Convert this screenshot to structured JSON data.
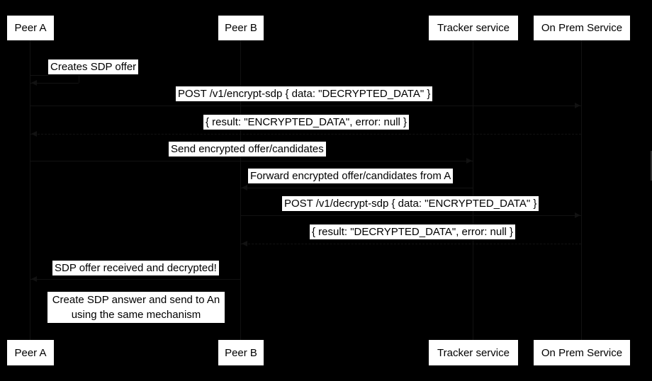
{
  "diagram": {
    "type": "sequence-diagram",
    "colors": {
      "background": "#000000",
      "box_background": "#ffffff",
      "box_text": "#000000",
      "line": "#121212"
    },
    "actors": [
      {
        "id": "peer-a",
        "label": "Peer A"
      },
      {
        "id": "peer-b",
        "label": "Peer B"
      },
      {
        "id": "tracker",
        "label": "Tracker service"
      },
      {
        "id": "onprem",
        "label": "On Prem Service"
      }
    ],
    "messages": [
      {
        "label": "Creates SDP offer",
        "from": "peer-a",
        "to": "peer-a",
        "style": "self"
      },
      {
        "label": "POST /v1/encrypt-sdp { data: \"DECRYPTED_DATA\" }",
        "from": "peer-a",
        "to": "onprem",
        "style": "solid"
      },
      {
        "label": "{ result: \"ENCRYPTED_DATA\", error: null }",
        "from": "onprem",
        "to": "peer-a",
        "style": "dashed"
      },
      {
        "label": "Send encrypted offer/candidates",
        "from": "peer-a",
        "to": "tracker",
        "style": "solid"
      },
      {
        "label": "Forward encrypted offer/candidates from A",
        "from": "tracker",
        "to": "peer-b",
        "style": "solid"
      },
      {
        "label": "POST /v1/decrypt-sdp { data: \"ENCRYPTED_DATA\" }",
        "from": "peer-b",
        "to": "onprem",
        "style": "solid"
      },
      {
        "label": "{ result: \"DECRYPTED_DATA\", error: null }",
        "from": "onprem",
        "to": "peer-b",
        "style": "dashed"
      },
      {
        "label": "SDP offer received and decrypted!",
        "from": "peer-b",
        "to": "peer-a",
        "style": "solid"
      }
    ],
    "note": {
      "over": [
        "peer-a",
        "peer-b"
      ],
      "line1": "Create SDP answer and send to An",
      "line2": "using the same mechanism"
    }
  }
}
